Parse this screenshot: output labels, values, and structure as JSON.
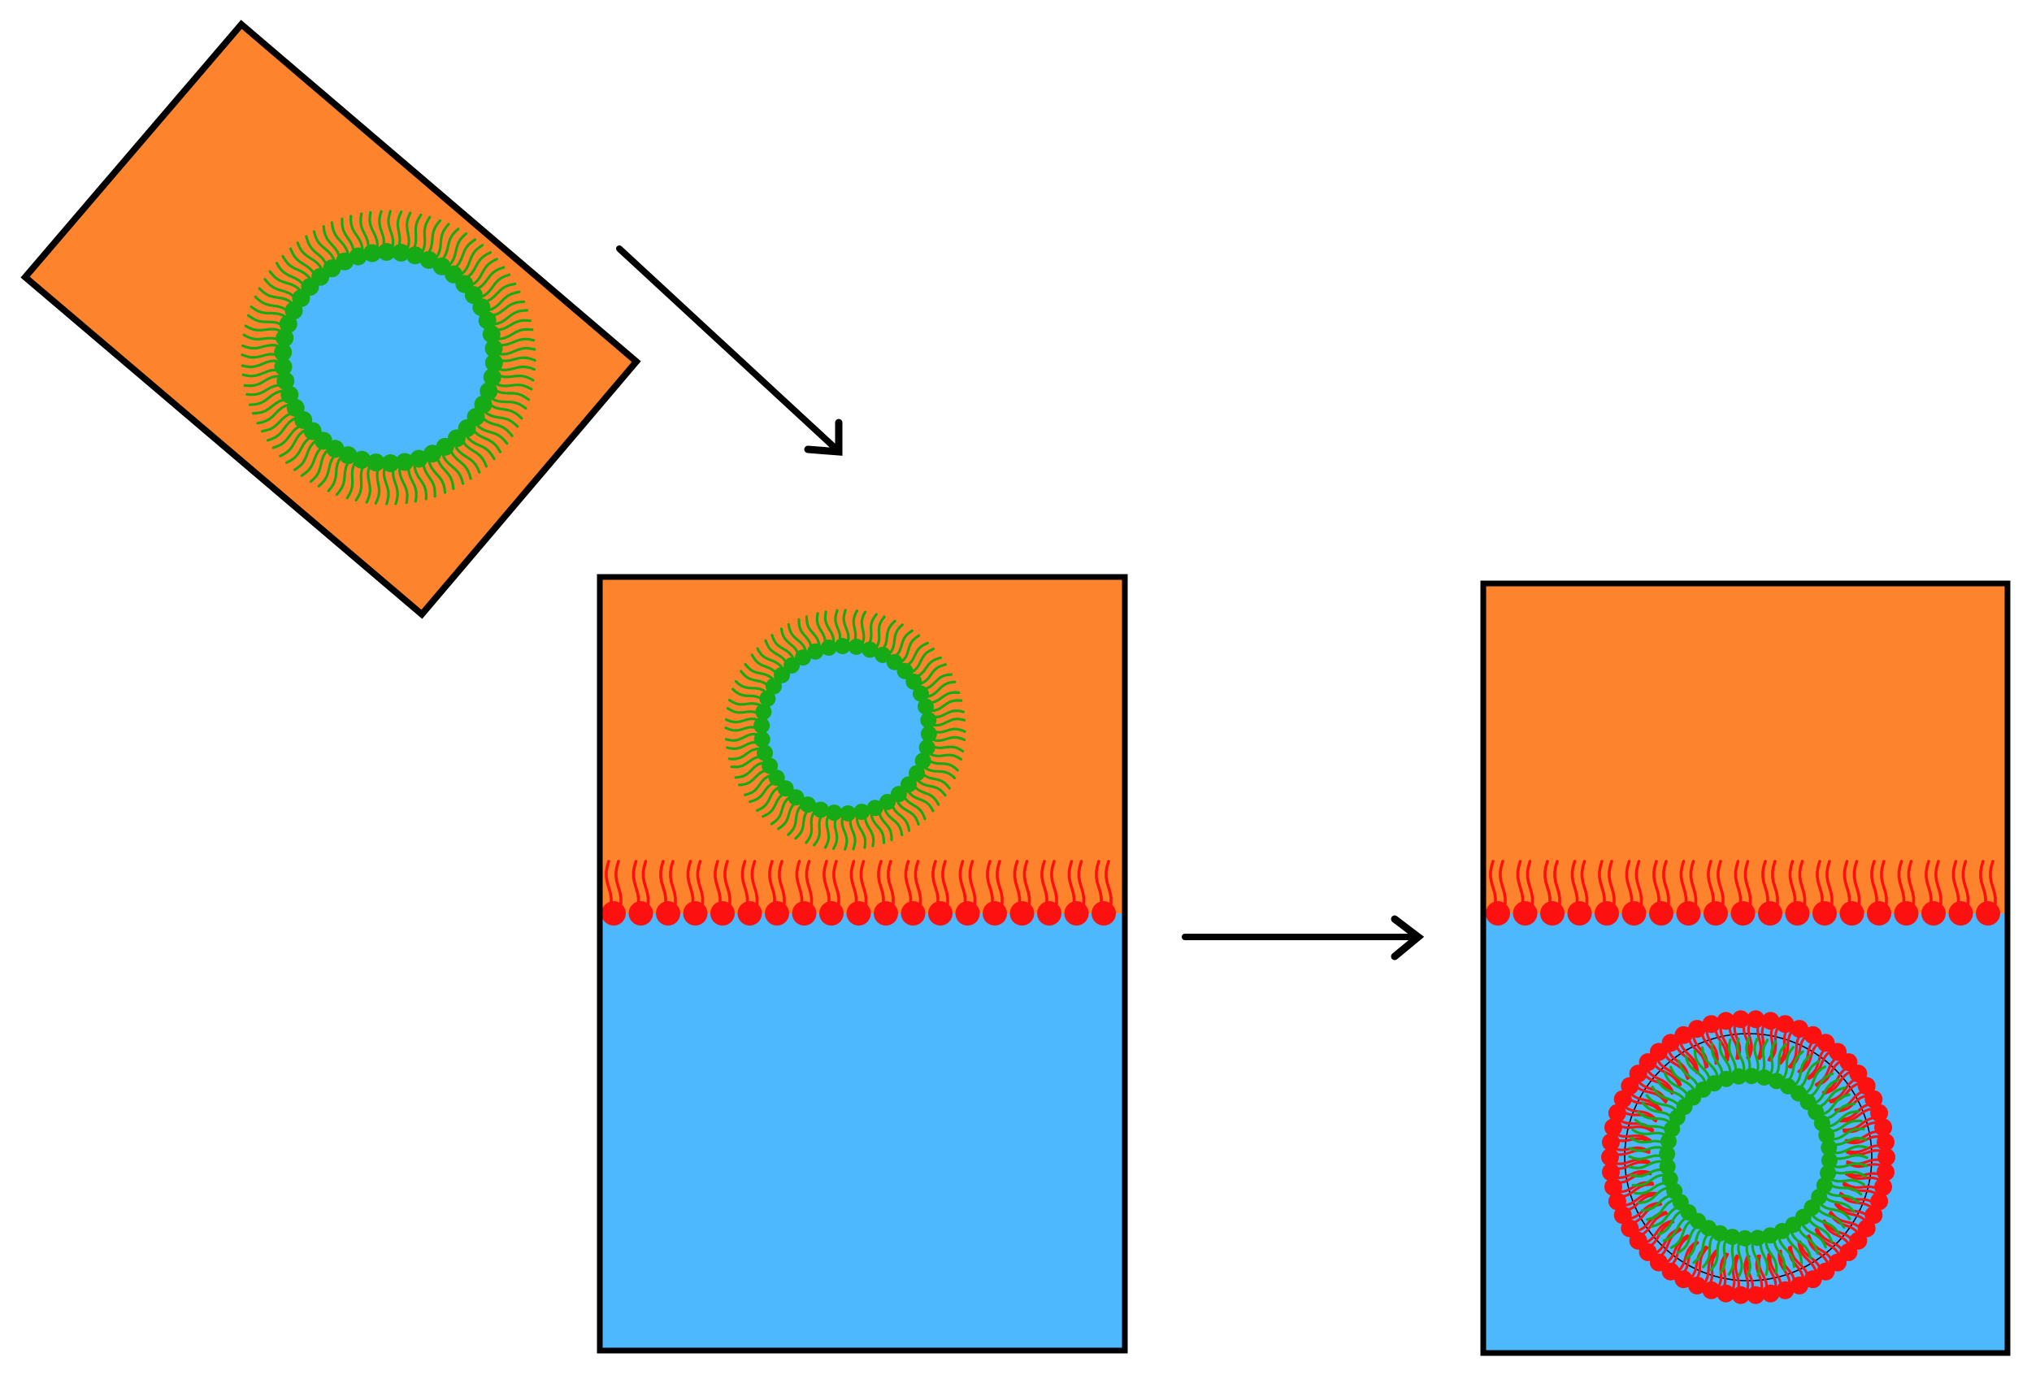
{
  "colors": {
    "oil": "#fd842c",
    "water": "#4eb8fe",
    "green_lipid": "#16aa16",
    "red_lipid": "#fd1010",
    "outline": "#000000"
  },
  "panels": [
    {
      "id": "panel-1",
      "name": "emulsion-droplet-in-oil",
      "tilted": true
    },
    {
      "id": "panel-2",
      "name": "droplet-above-oil-water-interface",
      "tilted": false
    },
    {
      "id": "panel-3",
      "name": "vesicle-in-water-phase",
      "tilted": false
    }
  ],
  "arrows": [
    {
      "from": "panel-1",
      "to": "panel-2",
      "direction": "diagonal-down-right"
    },
    {
      "from": "panel-2",
      "to": "panel-3",
      "direction": "right"
    }
  ]
}
